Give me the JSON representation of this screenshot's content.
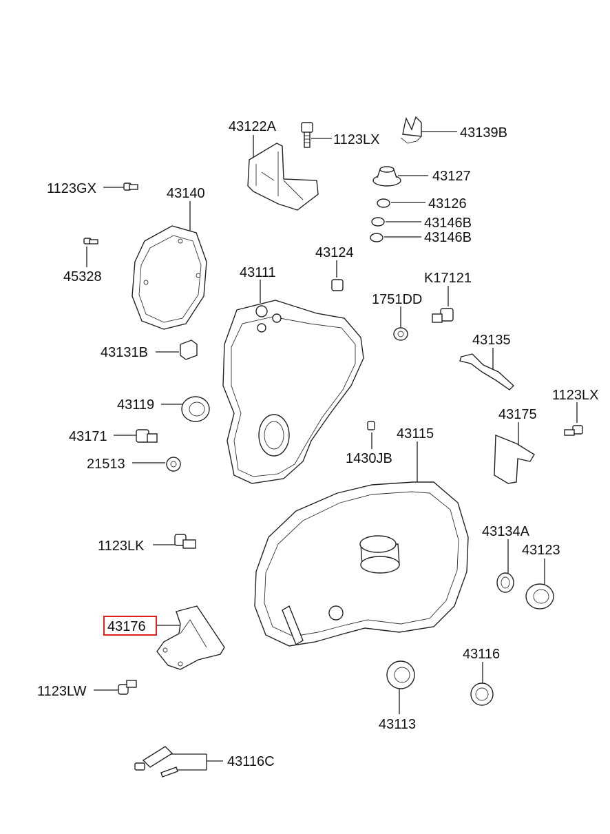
{
  "highlight_color": "#e0201b",
  "labels": {
    "p43122A": "43122A",
    "p1123LX_top": "1123LX",
    "p43139B": "43139B",
    "p1123GX": "1123GX",
    "p43140": "43140",
    "p43127": "43127",
    "p43126": "43126",
    "p43146B_1": "43146B",
    "p43146B_2": "43146B",
    "p45328": "45328",
    "p43124": "43124",
    "p43111": "43111",
    "pK17121": "K17121",
    "p1751DD": "1751DD",
    "p43131B": "43131B",
    "p43135": "43135",
    "p43119": "43119",
    "p1123LX_right": "1123LX",
    "p43175": "43175",
    "p43171": "43171",
    "p43115": "43115",
    "p21513": "21513",
    "p1430JB": "1430JB",
    "p43134A": "43134A",
    "p1123LK": "1123LK",
    "p43123": "43123",
    "p43176": "43176",
    "p43116": "43116",
    "p1123LW": "1123LW",
    "p43113": "43113",
    "p43116C": "43116C"
  }
}
